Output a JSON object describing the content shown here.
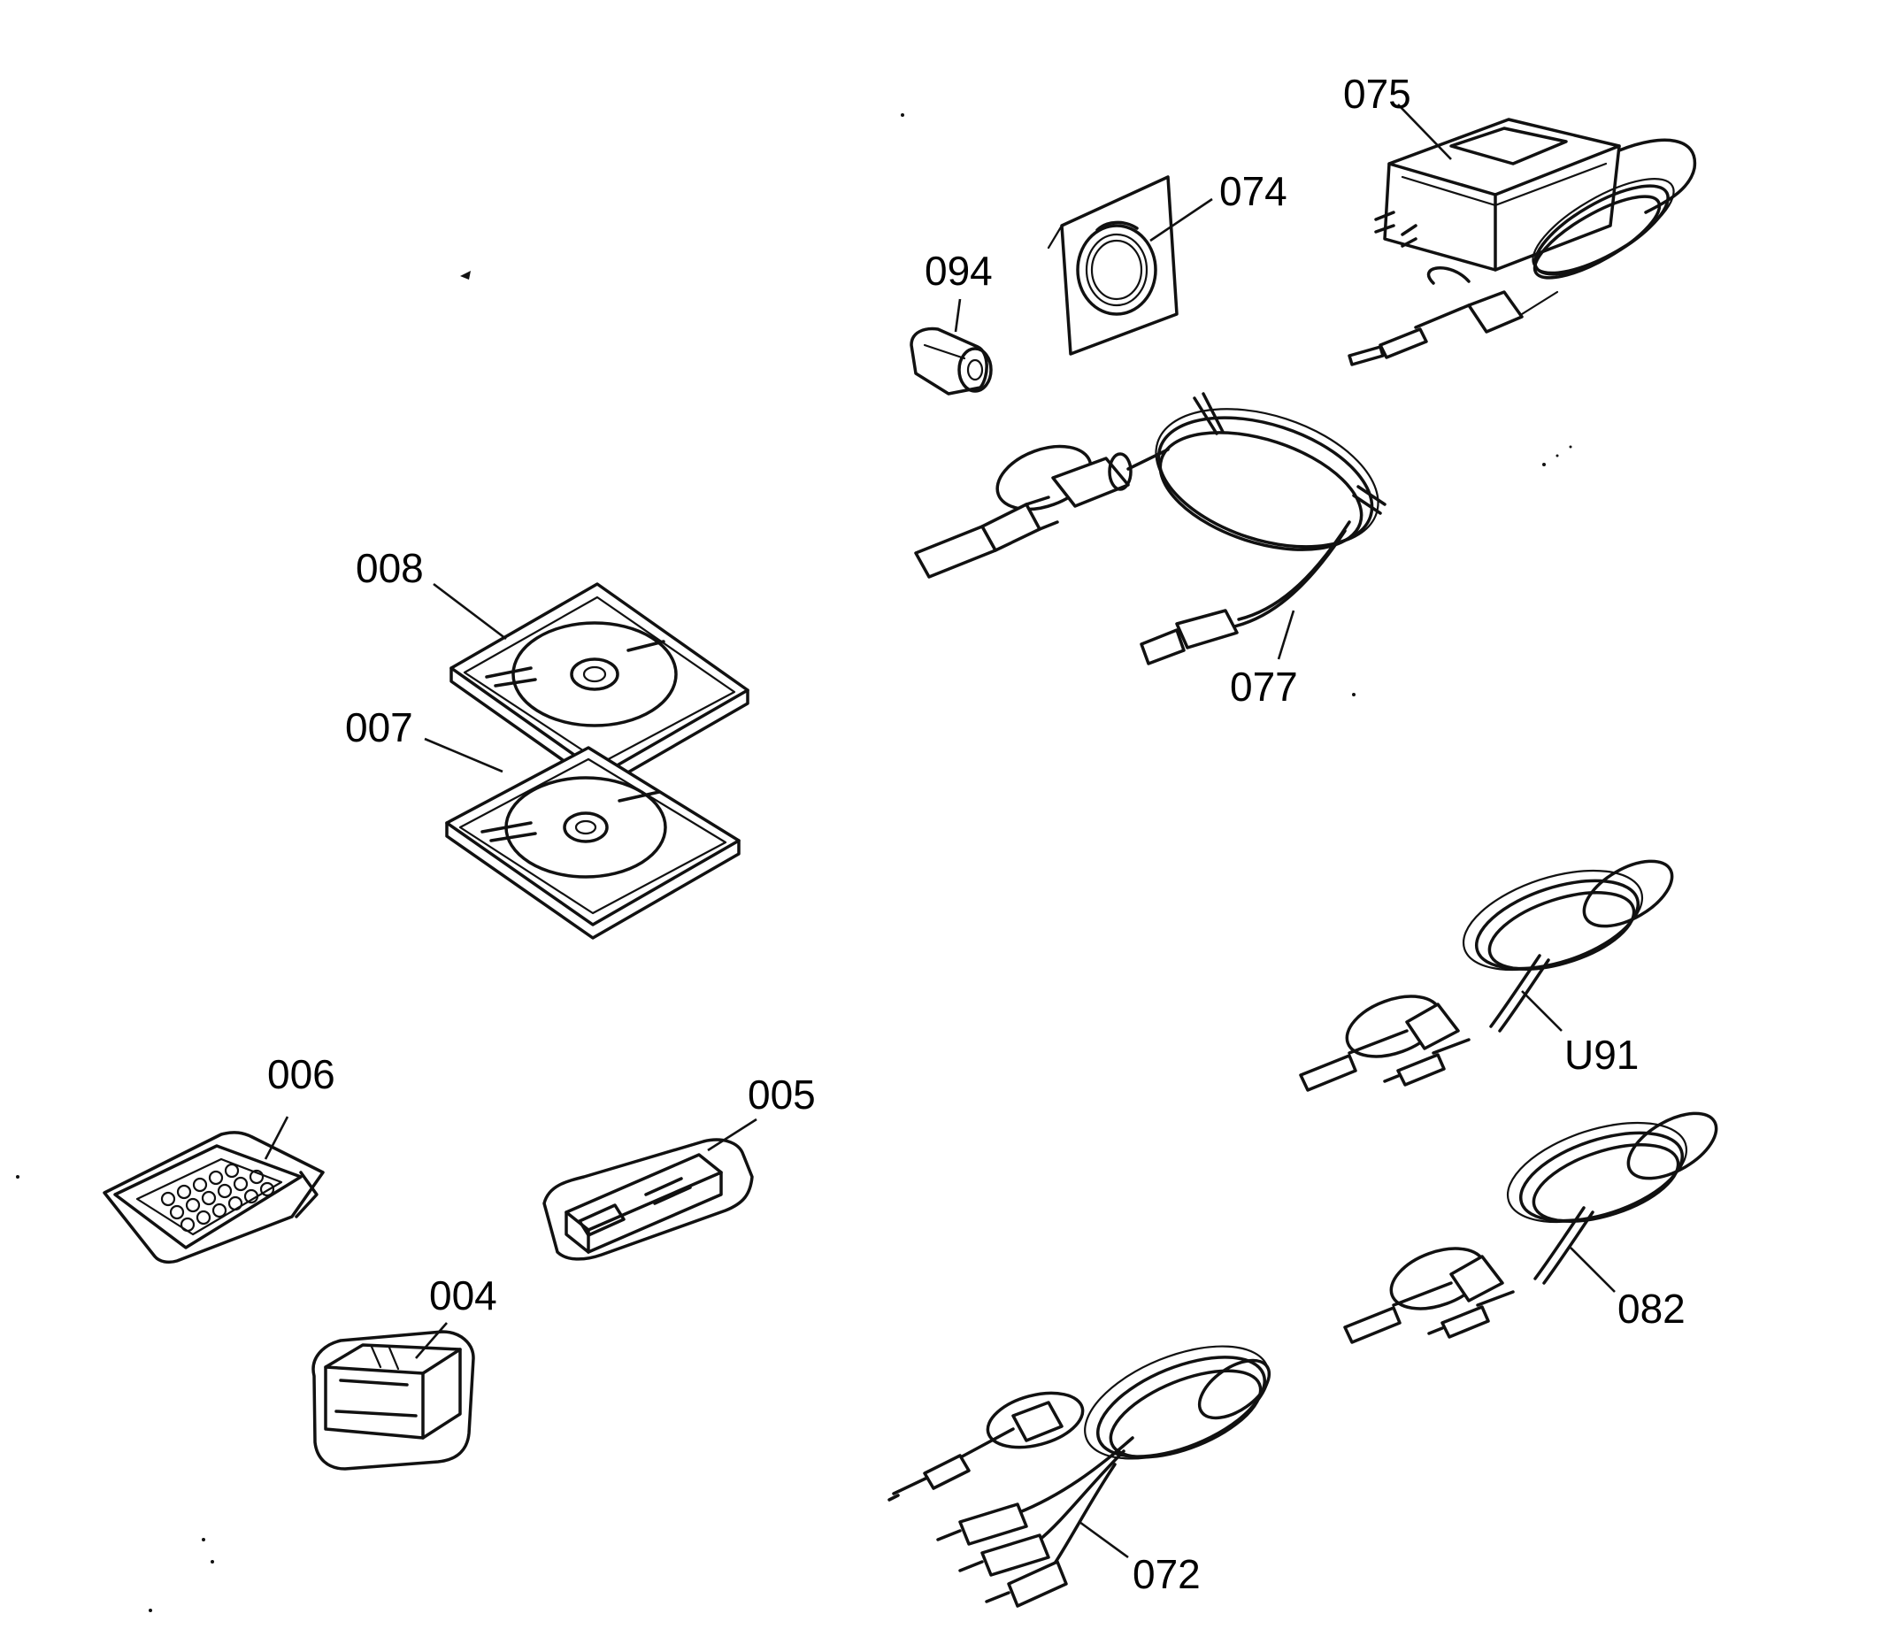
{
  "diagram": {
    "background": "#ffffff",
    "ink_color": "#111111",
    "callouts": {
      "p075": "075",
      "p074": "074",
      "p094": "094",
      "p077": "077",
      "p008": "008",
      "p007": "007",
      "p006": "006",
      "p005": "005",
      "p004": "004",
      "p091": "U91",
      "p082": "082",
      "p072": "072"
    }
  }
}
